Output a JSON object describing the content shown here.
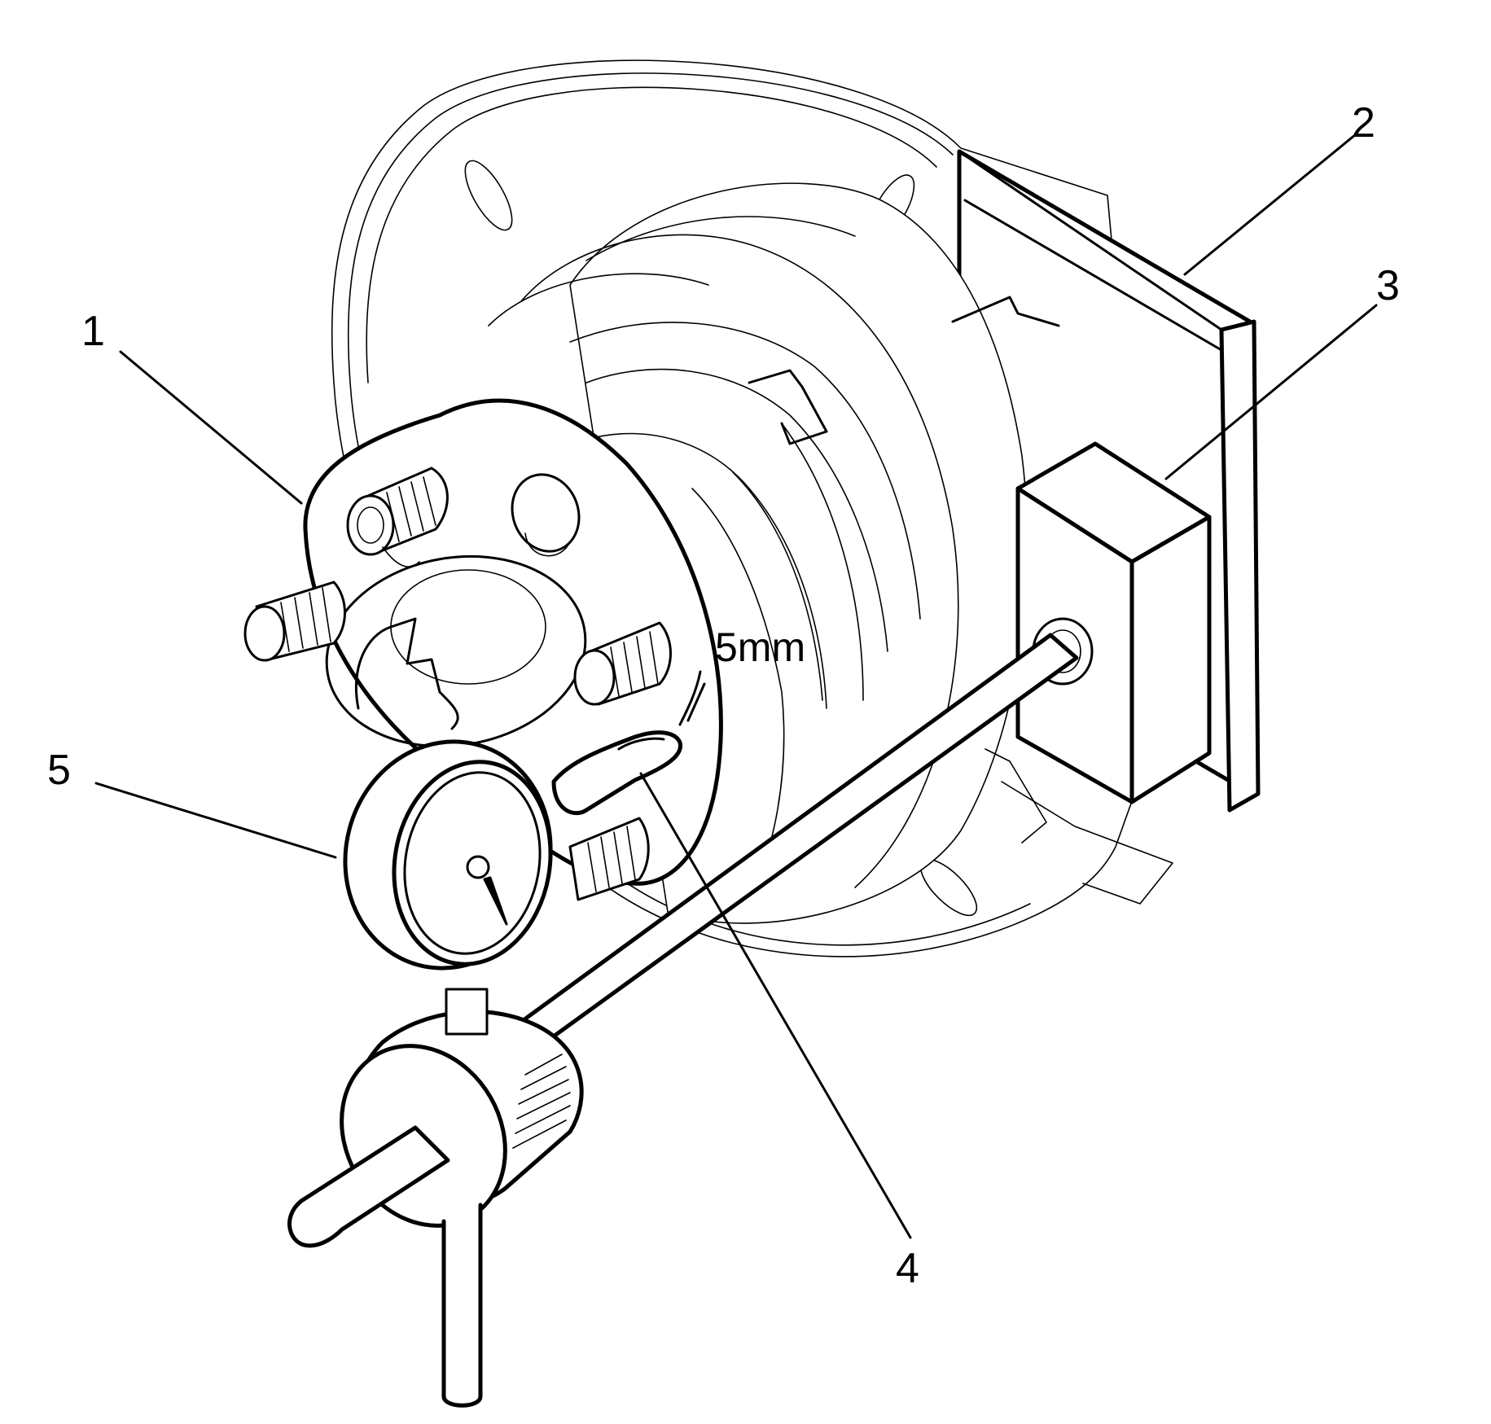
{
  "diagram": {
    "callouts": [
      {
        "id": "1",
        "label": "1"
      },
      {
        "id": "2",
        "label": "2"
      },
      {
        "id": "3",
        "label": "3"
      },
      {
        "id": "4",
        "label": "4"
      },
      {
        "id": "5",
        "label": "5"
      }
    ],
    "dimension_label": "5mm"
  }
}
